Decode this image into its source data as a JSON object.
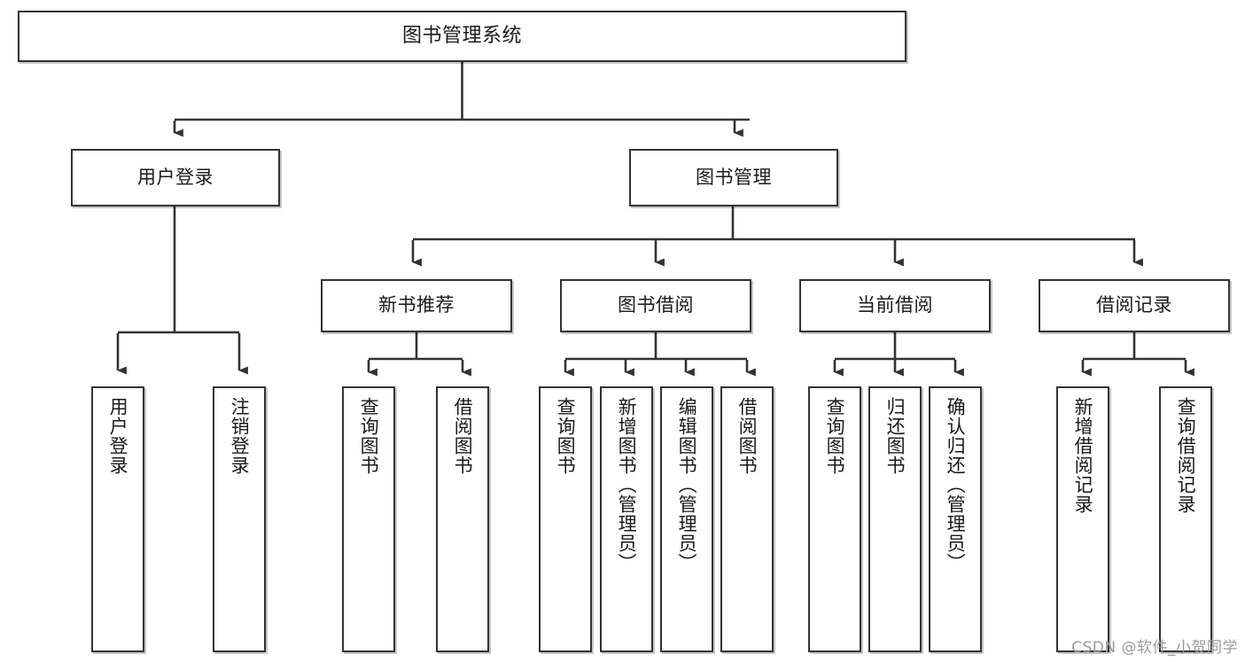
{
  "diagram": {
    "title": "图书管理系统",
    "type": "functional-structure-tree",
    "style": {
      "box_border_color": "#333333",
      "box_fill_color": "#ffffff",
      "text_color": "#1a1a1a",
      "edge_color": "#333333",
      "watermark_color": "#9a9a9a"
    },
    "nodes": {
      "root": {
        "label": "图书管理系统"
      },
      "level2": [
        {
          "id": "user-login",
          "label": "用户登录"
        },
        {
          "id": "book-management",
          "label": "图书管理"
        }
      ],
      "level3": [
        {
          "id": "new-book-recommend",
          "label": "新书推荐"
        },
        {
          "id": "book-borrow",
          "label": "图书借阅"
        },
        {
          "id": "current-borrow",
          "label": "当前借阅"
        },
        {
          "id": "borrow-record",
          "label": "借阅记录"
        }
      ],
      "leaves": {
        "user-login": [
          {
            "id": "leaf-user-login",
            "label": "用户登录"
          },
          {
            "id": "leaf-user-logout",
            "label": "注销登录"
          }
        ],
        "new-book-recommend": [
          {
            "id": "leaf-query-book-1",
            "label": "查询图书"
          },
          {
            "id": "leaf-borrow-book-1",
            "label": "借阅图书"
          }
        ],
        "book-borrow": [
          {
            "id": "leaf-query-book-2",
            "label": "查询图书"
          },
          {
            "id": "leaf-add-book",
            "label": "新增图书（管理员）"
          },
          {
            "id": "leaf-edit-book",
            "label": "编辑图书（管理员）"
          },
          {
            "id": "leaf-borrow-book-2",
            "label": "借阅图书"
          }
        ],
        "current-borrow": [
          {
            "id": "leaf-query-book-3",
            "label": "查询图书"
          },
          {
            "id": "leaf-return-book",
            "label": "归还图书"
          },
          {
            "id": "leaf-confirm-return",
            "label": "确认归还（管理员）"
          }
        ],
        "borrow-record": [
          {
            "id": "leaf-add-record",
            "label": "新增借阅记录"
          },
          {
            "id": "leaf-query-record",
            "label": "查询借阅记录"
          }
        ]
      }
    }
  },
  "watermark": {
    "text": "CSDN @软件_小贺同学"
  }
}
